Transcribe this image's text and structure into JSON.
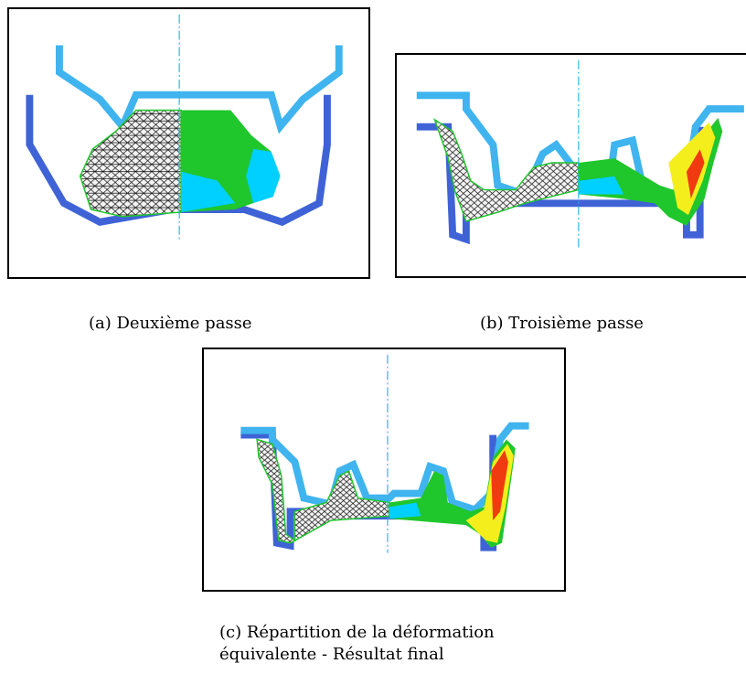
{
  "figure": {
    "captions": {
      "a": "(a) Deuxième passe",
      "b": "(b) Troisième passe",
      "c_line1": "(c) Répartition de la déformation",
      "c_line2": "équivalente - Résultat final"
    }
  },
  "colors": {
    "die_upper": "#3fb4ef",
    "die_lower": "#3f63d6",
    "axis": "#29b6e6",
    "mesh_fill": "#f4f4f4",
    "field_low": "#00d0ff",
    "field_mid": "#1fc62c",
    "field_high": "#f4ef1c",
    "field_peak": "#f03a10"
  },
  "icons": [
    "forging-section-mesh",
    "strain-field"
  ]
}
